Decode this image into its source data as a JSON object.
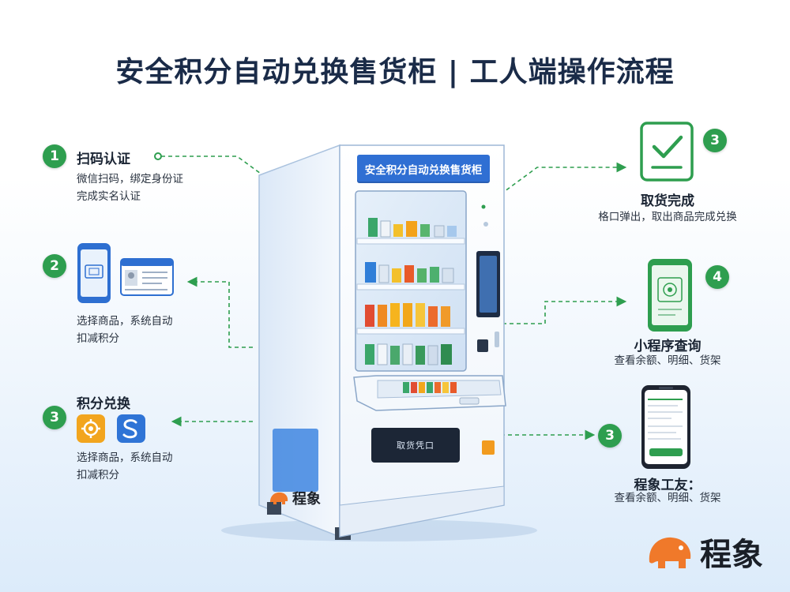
{
  "title": "安全积分自动兑换售货柜 | 工人端操作流程",
  "machine": {
    "sign": "安全积分自动兑换售货柜",
    "slot_label": "取货凭口",
    "side_brand": "程象"
  },
  "steps_left": [
    {
      "number": "1",
      "heading": "扫码认证",
      "desc": [
        "微信扫码，绑定身份证",
        "完成实名认证"
      ]
    },
    {
      "number": "2",
      "heading": "",
      "desc": [
        "选择商品，系统自动",
        "扣减积分"
      ]
    },
    {
      "number": "3",
      "heading": "积分兑换",
      "desc": [
        "选择商品，系统自动",
        "扣减积分"
      ]
    }
  ],
  "steps_right": [
    {
      "number": "3",
      "heading": "取货完成",
      "desc": [
        "格口弹出，取出商品完成兑换"
      ]
    },
    {
      "number": "4",
      "heading": "小程序查询",
      "desc": [
        "查看余额、明细、货架"
      ]
    },
    {
      "number": "3",
      "heading": "程象工友：",
      "desc": [
        "查看余额、明细、货架"
      ]
    }
  ],
  "icons": {
    "pay_app_a": "points-app-icon",
    "pay_app_b": "coin-app-icon"
  },
  "brand": {
    "name": "程象",
    "color": "#f0792a"
  },
  "colors": {
    "accent": "#2e9e4f",
    "machine_blue": "#2f6fd3",
    "title": "#1a2b48"
  }
}
